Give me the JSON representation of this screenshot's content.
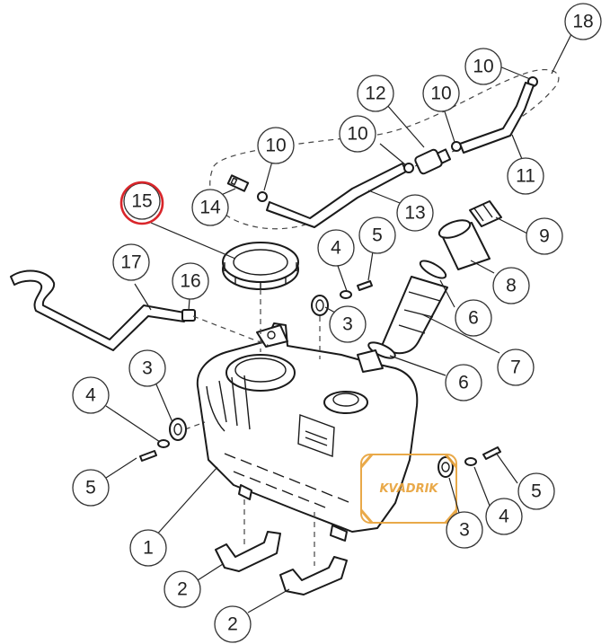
{
  "callouts": [
    {
      "id": "c18",
      "label": "18"
    },
    {
      "id": "c10a",
      "label": "10"
    },
    {
      "id": "c12",
      "label": "12"
    },
    {
      "id": "c10b",
      "label": "10"
    },
    {
      "id": "c10c",
      "label": "10"
    },
    {
      "id": "c10d",
      "label": "10"
    },
    {
      "id": "c11",
      "label": "11"
    },
    {
      "id": "c14",
      "label": "14"
    },
    {
      "id": "c13",
      "label": "13"
    },
    {
      "id": "c15",
      "label": "15"
    },
    {
      "id": "c4a",
      "label": "4"
    },
    {
      "id": "c5a",
      "label": "5"
    },
    {
      "id": "c9",
      "label": "9"
    },
    {
      "id": "c17",
      "label": "17"
    },
    {
      "id": "c16",
      "label": "16"
    },
    {
      "id": "c3a",
      "label": "3"
    },
    {
      "id": "c8",
      "label": "8"
    },
    {
      "id": "c6a",
      "label": "6"
    },
    {
      "id": "c7",
      "label": "7"
    },
    {
      "id": "c6b",
      "label": "6"
    },
    {
      "id": "c3b",
      "label": "3"
    },
    {
      "id": "c4b",
      "label": "4"
    },
    {
      "id": "c5b",
      "label": "5"
    },
    {
      "id": "c5c",
      "label": "5"
    },
    {
      "id": "c4c",
      "label": "4"
    },
    {
      "id": "c3c",
      "label": "3"
    },
    {
      "id": "c1",
      "label": "1"
    },
    {
      "id": "c2a",
      "label": "2"
    },
    {
      "id": "c2b",
      "label": "2"
    }
  ],
  "highlight": {
    "callout": "15",
    "color": "#d9252a"
  },
  "watermark": {
    "brand": "KVADRIK",
    "color": "#e8a23a"
  }
}
